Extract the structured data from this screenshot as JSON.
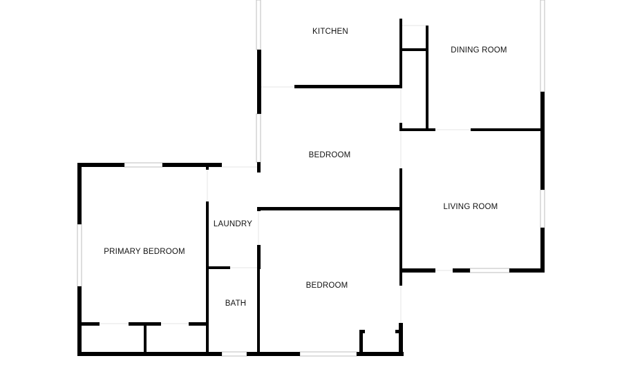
{
  "plan": {
    "wall_color": "#000000",
    "window_color": "#cfcfcf",
    "rooms": [
      {
        "id": "kitchen",
        "label": "KITCHEN"
      },
      {
        "id": "dining",
        "label": "DINING ROOM"
      },
      {
        "id": "bedroom1",
        "label": "BEDROOM"
      },
      {
        "id": "living",
        "label": "LIVING ROOM"
      },
      {
        "id": "laundry",
        "label": "LAUNDRY"
      },
      {
        "id": "primary",
        "label": "PRIMARY BEDROOM"
      },
      {
        "id": "bedroom2",
        "label": "BEDROOM"
      },
      {
        "id": "bath",
        "label": "BATH"
      }
    ]
  }
}
